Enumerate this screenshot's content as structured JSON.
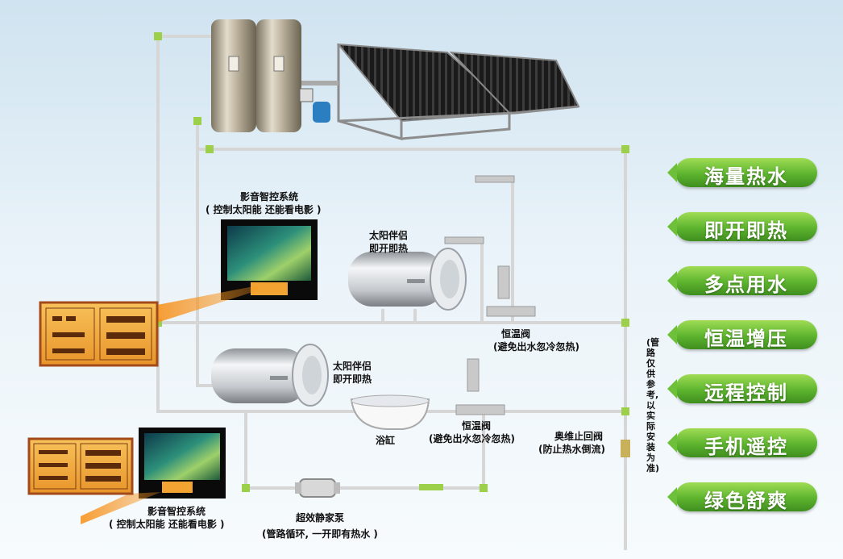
{
  "features": [
    {
      "label": "海量热水"
    },
    {
      "label": "即开即热"
    },
    {
      "label": "多点用水"
    },
    {
      "label": "恒温增压"
    },
    {
      "label": "远程控制"
    },
    {
      "label": "手机遥控"
    },
    {
      "label": "绿色舒爽"
    }
  ],
  "labels": {
    "av_system_top_1": "影音智控系统",
    "av_system_top_2": "( 控制太阳能 还能看电影 )",
    "heater1_1": "太阳伴侣",
    "heater1_2": "即开即热",
    "heater2_1": "太阳伴侣",
    "heater2_2": "即开即热",
    "valve1_1": "恒温阀",
    "valve1_2": "(避免出水忽冷忽热)",
    "valve2_1": "恒温阀",
    "valve2_2": "(避免出水忽冷忽热)",
    "bathtub": "浴缸",
    "check_valve_1": "奥维止回阀",
    "check_valve_2": "(防止热水倒流)",
    "av_system_bottom_1": "影音智控系统",
    "av_system_bottom_2": "( 控制太阳能 还能看电影 )",
    "pump_1": "超效静家泵",
    "pump_2": "(管路循环, 一开即有热水 )",
    "pipe_note": "(管路仅供参考, 以实际安装为准)"
  },
  "colors": {
    "pill_green": "#5db42e",
    "pipe": "#d9d9d9",
    "panel_orange": "#f5a623"
  }
}
